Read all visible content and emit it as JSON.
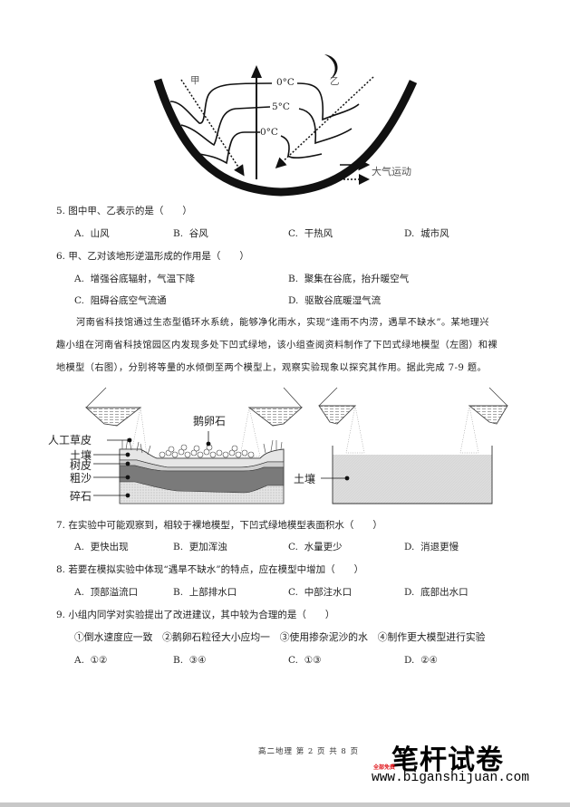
{
  "figure1": {
    "labels": {
      "jia": "甲",
      "yi": "乙",
      "iso_top": "0°C",
      "iso_mid": "5°C",
      "iso_bottom": "0°C"
    },
    "legend": {
      "solid_label": "大气运动",
      "dotted_label": ""
    }
  },
  "questions": [
    {
      "number": "5.",
      "stem": "图中甲、乙表示的是（　　）",
      "options": [
        {
          "key": "A.",
          "text": "山风"
        },
        {
          "key": "B.",
          "text": "谷风"
        },
        {
          "key": "C.",
          "text": "干热风"
        },
        {
          "key": "D.",
          "text": "城市风"
        }
      ]
    },
    {
      "number": "6.",
      "stem": "甲、乙对该地形逆温形成的作用是（　　）",
      "options": [
        {
          "key": "A.",
          "text": "增强谷底辐射，气温下降"
        },
        {
          "key": "B.",
          "text": "聚集在谷底，抬升暖空气"
        },
        {
          "key": "C.",
          "text": "阻碍谷底空气流通"
        },
        {
          "key": "D.",
          "text": "驱散谷底暖湿气流"
        }
      ]
    }
  ],
  "passage": {
    "lines": [
      "河南省科技馆通过生态型循环水系统，能够净化雨水，实现“逢雨不内涝，遇旱不缺水”。某地理兴",
      "趣小组在河南省科技馆园区内发现多处下凹式绿地，该小组查阅资料制作了下凹式绿地模型（左图）和裸",
      "地模型（右图），分别将等量的水倾倒至两个模型上，观察实验现象以探究其作用。据此完成 7-9 题。"
    ]
  },
  "figure2": {
    "left_labels": {
      "cobblestone": "鹅卵石",
      "turf": "人工草皮",
      "soil": "土壤",
      "bark": "树皮",
      "coarse_sand": "粗沙",
      "gravel": "碎石"
    },
    "right_labels": {
      "soil": "土壤"
    }
  },
  "questions2": [
    {
      "number": "7.",
      "stem": "在实验中可能观察到，相较于裸地模型，下凹式绿地模型表面积水（　　）",
      "options": [
        {
          "key": "A.",
          "text": "更快出现"
        },
        {
          "key": "B.",
          "text": "更加浑浊"
        },
        {
          "key": "C.",
          "text": "水量更少"
        },
        {
          "key": "D.",
          "text": "消退更慢"
        }
      ]
    },
    {
      "number": "8.",
      "stem": "若要在模拟实验中体现“遇旱不缺水”的特点，应在模型中增加（　　）",
      "options": [
        {
          "key": "A.",
          "text": "顶部溢流口"
        },
        {
          "key": "B.",
          "text": "上部排水口"
        },
        {
          "key": "C.",
          "text": "中部注水口"
        },
        {
          "key": "D.",
          "text": "底部出水口"
        }
      ]
    },
    {
      "number": "9.",
      "stem": "小组内同学对实验提出了改进建议，其中较为合理的是（　　）",
      "statements": "①倒水速度应一致　②鹅卵石粒径大小应均一　③使用掺杂泥沙的水　④制作更大模型进行实验",
      "options": [
        {
          "key": "A.",
          "text": "①②"
        },
        {
          "key": "B.",
          "text": "③④"
        },
        {
          "key": "C.",
          "text": "①③"
        },
        {
          "key": "D.",
          "text": "②④"
        }
      ]
    }
  ],
  "footer": {
    "page_info": "高二地理 第 2 页 共 8 页",
    "brand_name": "笔杆试卷",
    "brand_tag": "全部免费",
    "brand_url": "www.biganshijuan.com"
  }
}
